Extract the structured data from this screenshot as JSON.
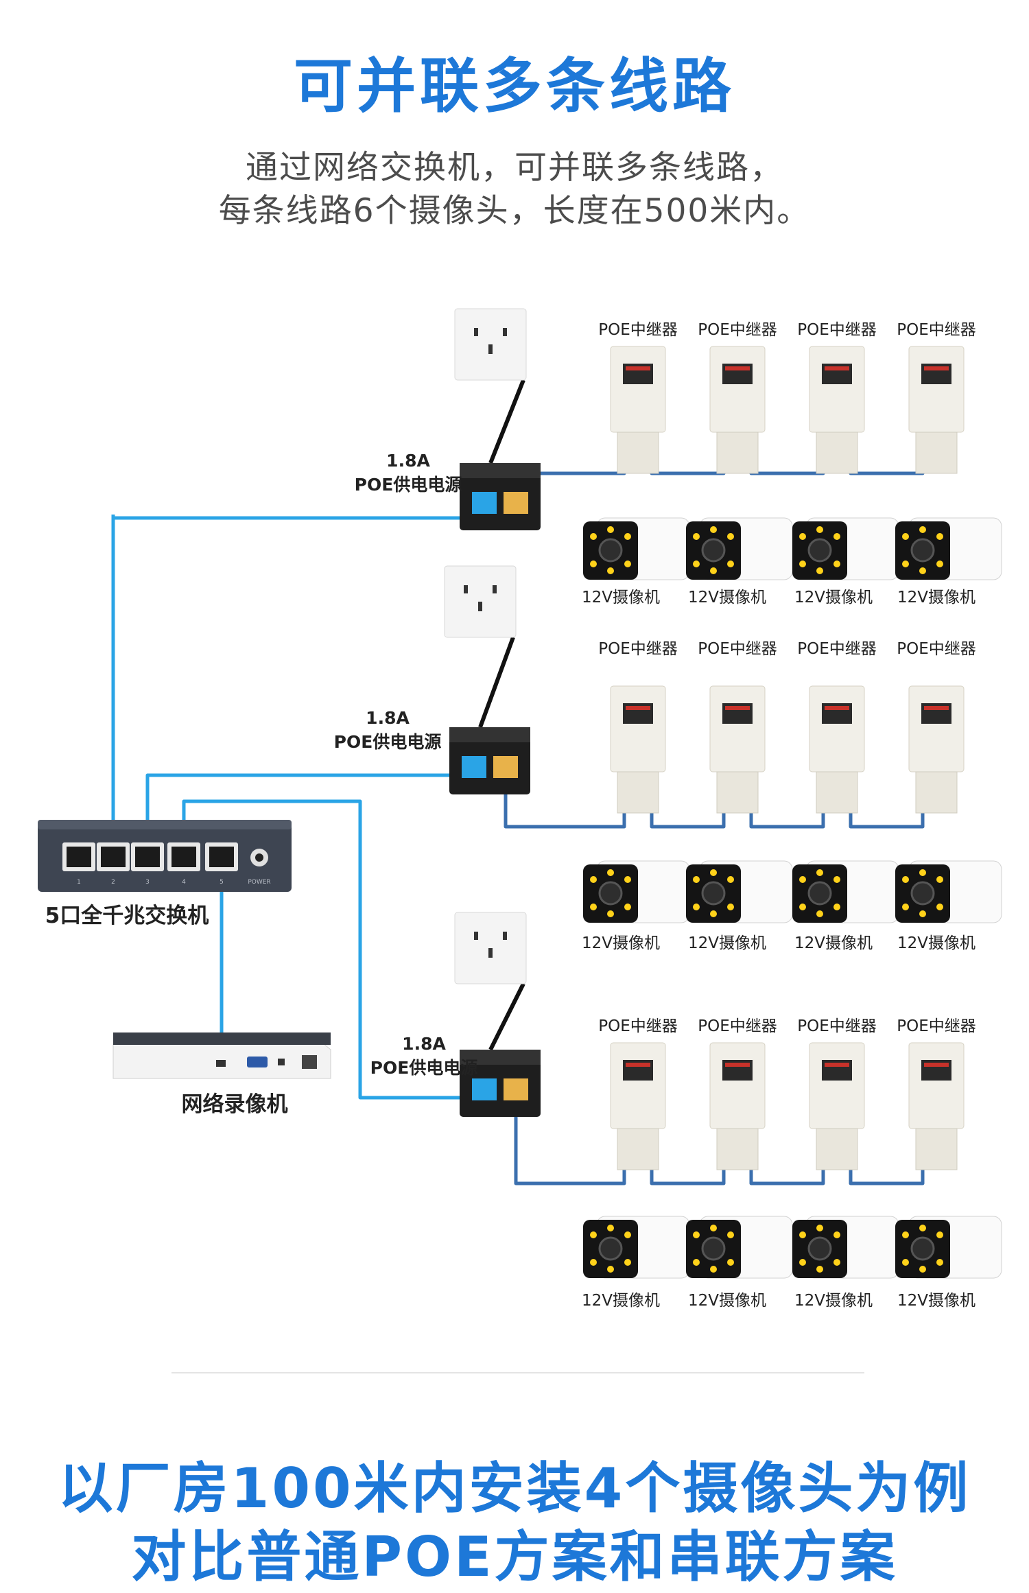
{
  "header": {
    "title": "可并联多条线路",
    "subtitle_line1": "通过网络交换机，可并联多条线路，",
    "subtitle_line2": "每条线路6个摄像头，长度在500米内。"
  },
  "diagram": {
    "switch_label": "5口全千兆交换机",
    "nvr_label": "网络录像机",
    "switch_port_numbers": [
      "1",
      "2",
      "3",
      "4",
      "5"
    ],
    "switch_power_label": "POWER",
    "lines": [
      {
        "power_current": "1.8A",
        "power_label": "POE供电电源",
        "repeater_labels": [
          "POE中继器",
          "POE中继器",
          "POE中继器",
          "POE中继器"
        ],
        "camera_labels": [
          "12V摄像机",
          "12V摄像机",
          "12V摄像机",
          "12V摄像机"
        ]
      },
      {
        "power_current": "1.8A",
        "power_label": "POE供电电源",
        "repeater_labels": [
          "POE中继器",
          "POE中继器",
          "POE中继器",
          "POE中继器"
        ],
        "camera_labels": [
          "12V摄像机",
          "12V摄像机",
          "12V摄像机",
          "12V摄像机"
        ]
      },
      {
        "power_current": "1.8A",
        "power_label": "POE供电电源",
        "repeater_labels": [
          "POE中继器",
          "POE中继器",
          "POE中继器",
          "POE中继器"
        ],
        "camera_labels": [
          "12V摄像机",
          "12V摄像机",
          "12V摄像机",
          "12V摄像机"
        ]
      }
    ],
    "colors": {
      "accent": "#1d78d8",
      "cable_light_blue": "#2aa4e6",
      "cable_dark_blue": "#3b6fae",
      "power_cord": "#111111"
    }
  },
  "footer": {
    "title_line1": "以厂房100米内安装4个摄像头为例",
    "title_line2": "对比普通POE方案和串联方案"
  }
}
